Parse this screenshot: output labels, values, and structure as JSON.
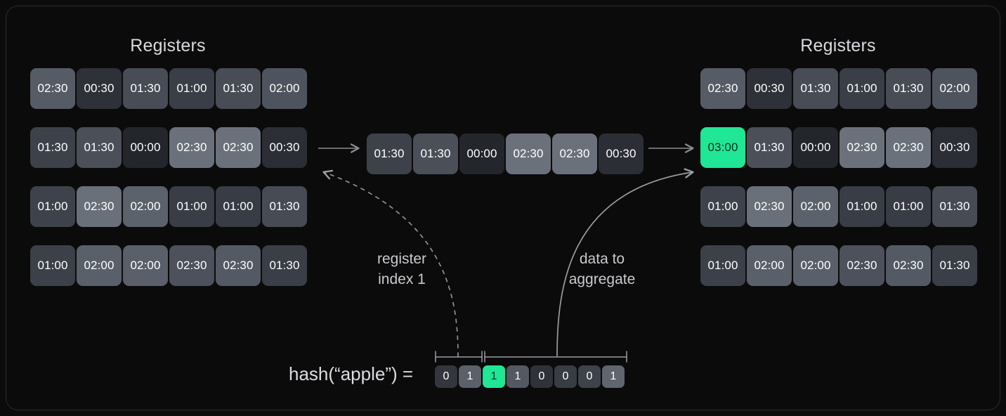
{
  "theme": {
    "background": "#0b0b0c",
    "panel_border": "#2a2b2e",
    "accent_green": "#1fe795",
    "text_primary": "#d9dade",
    "line": "#8b8d93"
  },
  "left_panel": {
    "title": "Registers",
    "rows": [
      [
        "02:30",
        "00:30",
        "01:30",
        "01:00",
        "01:30",
        "02:00"
      ],
      [
        "01:30",
        "01:30",
        "00:00",
        "02:30",
        "02:30",
        "00:30"
      ],
      [
        "01:00",
        "02:30",
        "02:00",
        "01:00",
        "01:00",
        "01:30"
      ],
      [
        "01:00",
        "02:00",
        "02:00",
        "02:30",
        "02:30",
        "01:30"
      ]
    ],
    "cell_shades": [
      [
        "#565c66",
        "#2e3137",
        "#474c55",
        "#3a3e46",
        "#474c55",
        "#4e545e"
      ],
      [
        "#3d424a",
        "#4a4f58",
        "#23262b",
        "#6b717b",
        "#6b717b",
        "#2b2e34"
      ],
      [
        "#3e434b",
        "#6a707a",
        "#5c626c",
        "#393d45",
        "#383c44",
        "#464b54"
      ],
      [
        "#3c4048",
        "#5a606a",
        "#5a606a",
        "#4c515b",
        "#545a64",
        "#3a3e46"
      ]
    ]
  },
  "middle_row": {
    "values": [
      "01:30",
      "01:30",
      "00:00",
      "02:30",
      "02:30",
      "00:30"
    ],
    "cell_shades": [
      "#3d424a",
      "#4a4f58",
      "#23262b",
      "#6b717b",
      "#6b717b",
      "#2b2e34"
    ]
  },
  "right_panel": {
    "title": "Registers",
    "rows": [
      [
        "02:30",
        "00:30",
        "01:30",
        "01:00",
        "01:30",
        "02:00"
      ],
      [
        "03:00",
        "01:30",
        "00:00",
        "02:30",
        "02:30",
        "00:30"
      ],
      [
        "01:00",
        "02:30",
        "02:00",
        "01:00",
        "01:00",
        "01:30"
      ],
      [
        "01:00",
        "02:00",
        "02:00",
        "02:30",
        "02:30",
        "01:30"
      ]
    ],
    "cell_shades": [
      [
        "#565c66",
        "#2e3137",
        "#474c55",
        "#3a3e46",
        "#474c55",
        "#4e545e"
      ],
      [
        "#1fe795",
        "#4a4f58",
        "#23262b",
        "#6b717b",
        "#6b717b",
        "#2b2e34"
      ],
      [
        "#3e434b",
        "#6a707a",
        "#5c626c",
        "#393d45",
        "#383c44",
        "#464b54"
      ],
      [
        "#3c4048",
        "#5a606a",
        "#5a606a",
        "#4c515b",
        "#545a64",
        "#3a3e46"
      ]
    ],
    "highlighted_cell": {
      "row": 1,
      "col": 0,
      "value": "03:00"
    }
  },
  "annotations": {
    "register_index": "register\nindex 1",
    "data_to_aggregate": "data to\naggregate"
  },
  "hash": {
    "label": "hash(“apple”)  =",
    "bits": [
      "0",
      "1",
      "1",
      "1",
      "0",
      "0",
      "0",
      "1"
    ],
    "bit_shades": [
      "#33363c",
      "#5b6069",
      "#1fe795",
      "#535861",
      "#2f3238",
      "#383c43",
      "#3e424a",
      "#60656e"
    ],
    "highlighted_bit_index": 2,
    "index_span_bits": 2,
    "data_span_bits": 6
  },
  "arrows": {
    "left_to_middle": "arrow-right",
    "middle_to_right": "arrow-right",
    "index_connector": "dashed-curve",
    "data_connector": "solid-curve"
  }
}
